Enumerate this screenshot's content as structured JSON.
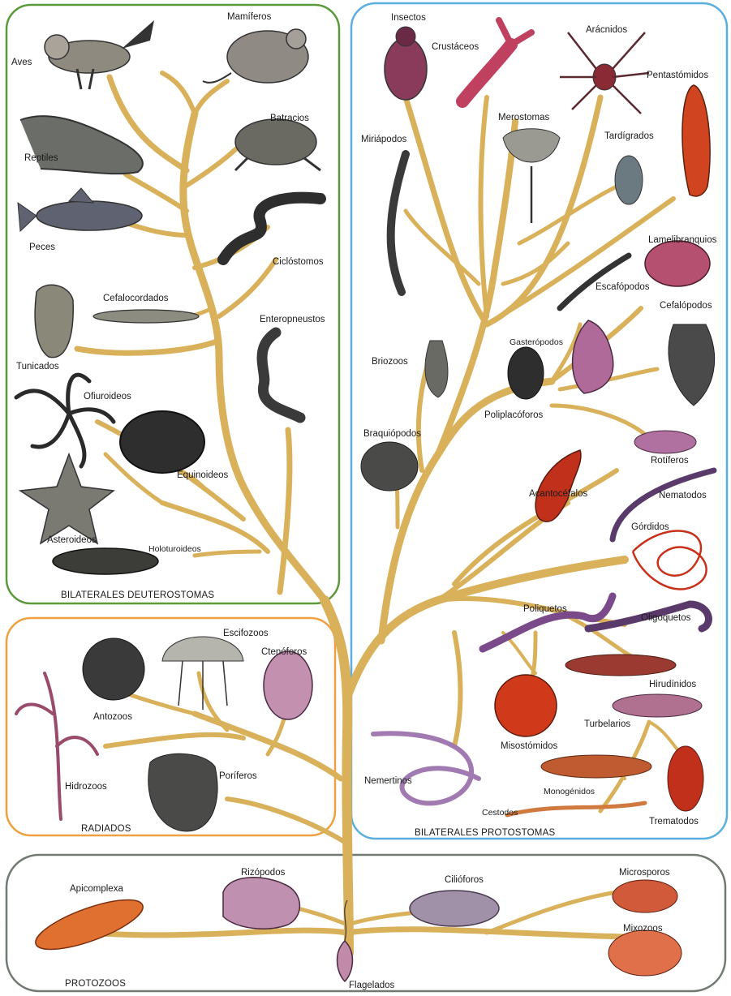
{
  "colors": {
    "branch": "#d9b15a",
    "deuterostomas_box": "#5a9a3a",
    "protostomas_box": "#5aaee0",
    "radiados_box": "#f0a040",
    "protozoos_box": "#707a70"
  },
  "groups": {
    "deuterostomas": "BILATERALES DEUTEROSTOMAS",
    "protostomas": "BILATERALES PROTOSTOMAS",
    "radiados": "RADIADOS",
    "protozoos": "PROTOZOOS"
  },
  "taxa": {
    "aves": "Aves",
    "mamiferos": "Mamíferos",
    "reptiles": "Reptiles",
    "batracios": "Batracios",
    "peces": "Peces",
    "ciclostomos": "Ciclóstomos",
    "cefalocordados": "Cefalocordados",
    "enteropneustos": "Enteropneustos",
    "tunicados": "Tunicados",
    "ofiuroideos": "Ofiuroideos",
    "equinoideos": "Equinoideos",
    "asteroideos": "Asteroideos",
    "holoturoideos": "Holoturoideos",
    "insectos": "Insectos",
    "crustaceos": "Crustáceos",
    "aracnidos": "Arácnidos",
    "pentastomidos": "Pentastómidos",
    "merostomas": "Merostomas",
    "miriapodos": "Miriápodos",
    "tardigrados": "Tardígrados",
    "lamelibranquios": "Lamelibranquios",
    "escafopodos": "Escafópodos",
    "cefalopodos": "Cefalópodos",
    "briozoos": "Briozoos",
    "gasteropodos": "Gasterópodos",
    "poliplacoforos": "Poliplacóforos",
    "braquiopodos": "Braquiópodos",
    "rotiferos": "Rotíferos",
    "acantocefalos": "Acantocéfalos",
    "nematodos": "Nematodos",
    "gordidos": "Górdidos",
    "poliquetos": "Poliquetos",
    "oligoquetos": "Oligoquetos",
    "hirudinidos": "Hirudínidos",
    "misostomidos": "Misostómidos",
    "turbelarios": "Turbelarios",
    "nemertinos": "Nemertinos",
    "monogenidos": "Monogénidos",
    "cestodos": "Cestodos",
    "trematodos": "Trematodos",
    "escifozoos": "Escifozoos",
    "ctenoforos": "Ctenóforos",
    "antozoos": "Antozoos",
    "hidrozoos": "Hidrozoos",
    "poriferos": "Poríferos",
    "apicomplexa": "Apicomplexa",
    "rizopodos": "Rizópodos",
    "cilioforos": "Cilióforos",
    "microsporos": "Microsporos",
    "mixozoos": "Mixozoos",
    "flagelados": "Flagelados"
  }
}
